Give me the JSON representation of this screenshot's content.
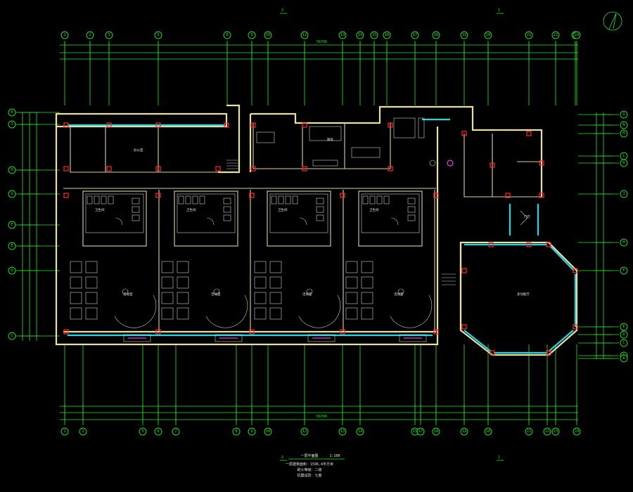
{
  "drawing": {
    "title": "一层平面图",
    "scale": "1:100",
    "notes": [
      "一层建筑面积：1596.4平方米",
      "耐火等级：二级",
      "抗震设防：七度"
    ]
  },
  "axes": {
    "top": [
      "1",
      "2",
      "3",
      "5",
      "8",
      "9",
      "10",
      "12",
      "13",
      "14",
      "15",
      "16",
      "17",
      "18",
      "19",
      "20",
      "21",
      "22",
      "23",
      "24"
    ],
    "bottom": [
      "1",
      "2",
      "5",
      "6",
      "7",
      "8",
      "9",
      "10",
      "12",
      "13",
      "14",
      "15",
      "17",
      "18",
      "19",
      "20",
      "21",
      "22",
      "23",
      "24"
    ],
    "left": [
      "K",
      "J",
      "H",
      "G",
      "F",
      "E",
      "D",
      "C"
    ],
    "right": [
      "Q",
      "N",
      "M",
      "L",
      "K",
      "J",
      "H",
      "F",
      "E",
      "D",
      "C",
      "B",
      "A"
    ]
  },
  "dimensions": {
    "total_top": "56700",
    "total_bottom": "56700"
  },
  "rooms": [
    {
      "name": "活动室"
    },
    {
      "name": "活动室"
    },
    {
      "name": "活动室"
    },
    {
      "name": "活动室"
    },
    {
      "name": "卫生间"
    },
    {
      "name": "卫生间"
    },
    {
      "name": "卫生间"
    },
    {
      "name": "卫生间"
    },
    {
      "name": "厨房"
    },
    {
      "name": "多功能厅"
    },
    {
      "name": "门厅"
    },
    {
      "name": "办公室"
    }
  ],
  "colors": {
    "axis": "#23e623",
    "wall": "#e8e0a0",
    "glazing": "#1fd7e6",
    "column": "#ff2a2a",
    "fixture": "#cfcfcf",
    "accent": "#e040e0"
  }
}
